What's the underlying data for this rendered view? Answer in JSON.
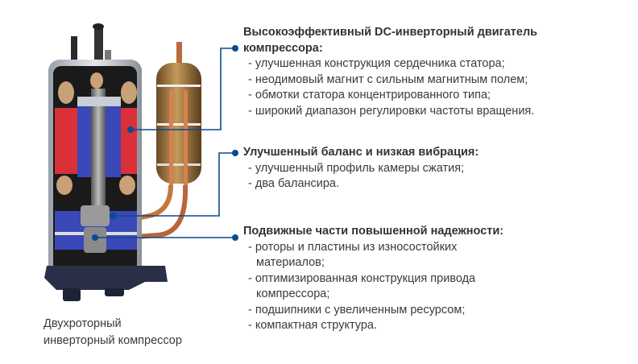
{
  "caption": {
    "line1": "Двухроторный",
    "line2": "инверторный компрессор"
  },
  "features": [
    {
      "title_line1": "Высокоэффективный DC-инверторный двигатель",
      "title_line2": "компрессора:",
      "items": [
        "- улучшенная конструкция сердечника статора;",
        "- неодимовый магнит с сильным магнитным полем;",
        "- обмотки статора концентрированного типа;",
        "- широкий диапазон регулировки частоты вращения."
      ]
    },
    {
      "title_line1": "Улучшенный баланс и низкая вибрация:",
      "items": [
        "- улучшенный профиль камеры сжатия;",
        "- два балансира."
      ]
    },
    {
      "title_line1": "Подвижные части повышенной надежности:",
      "items": [
        "- роторы и пластины из износостойких",
        "материалов;",
        "- оптимизированная конструкция привода",
        "компрессора;",
        "- подшипники с увеличенным ресурсом;",
        "- компактная структура."
      ]
    }
  ],
  "colors": {
    "leader": "#0b4a8f",
    "stator_red": "#d9303a",
    "rotor_blue": "#3a48b8",
    "copper": "#c8753e"
  }
}
